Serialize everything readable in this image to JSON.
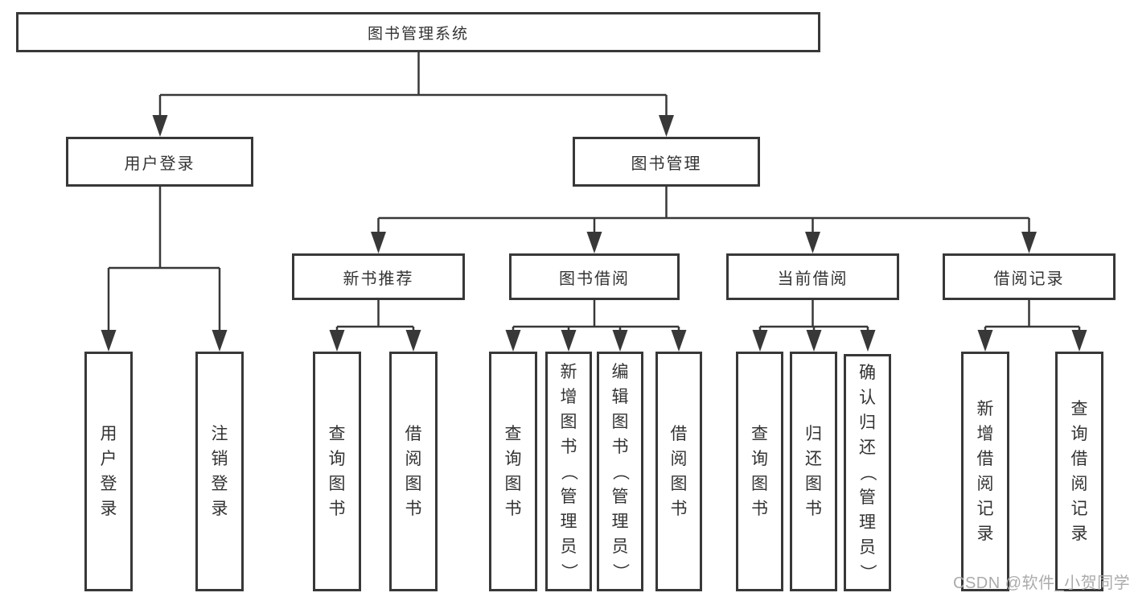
{
  "diagram": {
    "root": {
      "label": "图书管理系统"
    },
    "branches": [
      {
        "label": "用户登录",
        "children": [
          {
            "label": "用户登录"
          },
          {
            "label": "注销登录"
          }
        ]
      },
      {
        "label": "图书管理",
        "children": [
          {
            "label": "新书推荐",
            "children": [
              {
                "label": "查询图书"
              },
              {
                "label": "借阅图书"
              }
            ]
          },
          {
            "label": "图书借阅",
            "children": [
              {
                "label": "查询图书"
              },
              {
                "label": "新增图书（管理员）"
              },
              {
                "label": "编辑图书（管理员）"
              },
              {
                "label": "借阅图书"
              }
            ]
          },
          {
            "label": "当前借阅",
            "children": [
              {
                "label": "查询图书"
              },
              {
                "label": "归还图书"
              },
              {
                "label": "确认归还（管理员）"
              }
            ]
          },
          {
            "label": "借阅记录",
            "children": [
              {
                "label": "新增借阅记录"
              },
              {
                "label": "查询借阅记录"
              }
            ]
          }
        ]
      }
    ]
  },
  "watermark": {
    "text": "CSDN @软件_小贺同学"
  },
  "colors": {
    "line": "#383838",
    "text": "#333333",
    "bg": "#ffffff",
    "watermark": "#ababab"
  }
}
